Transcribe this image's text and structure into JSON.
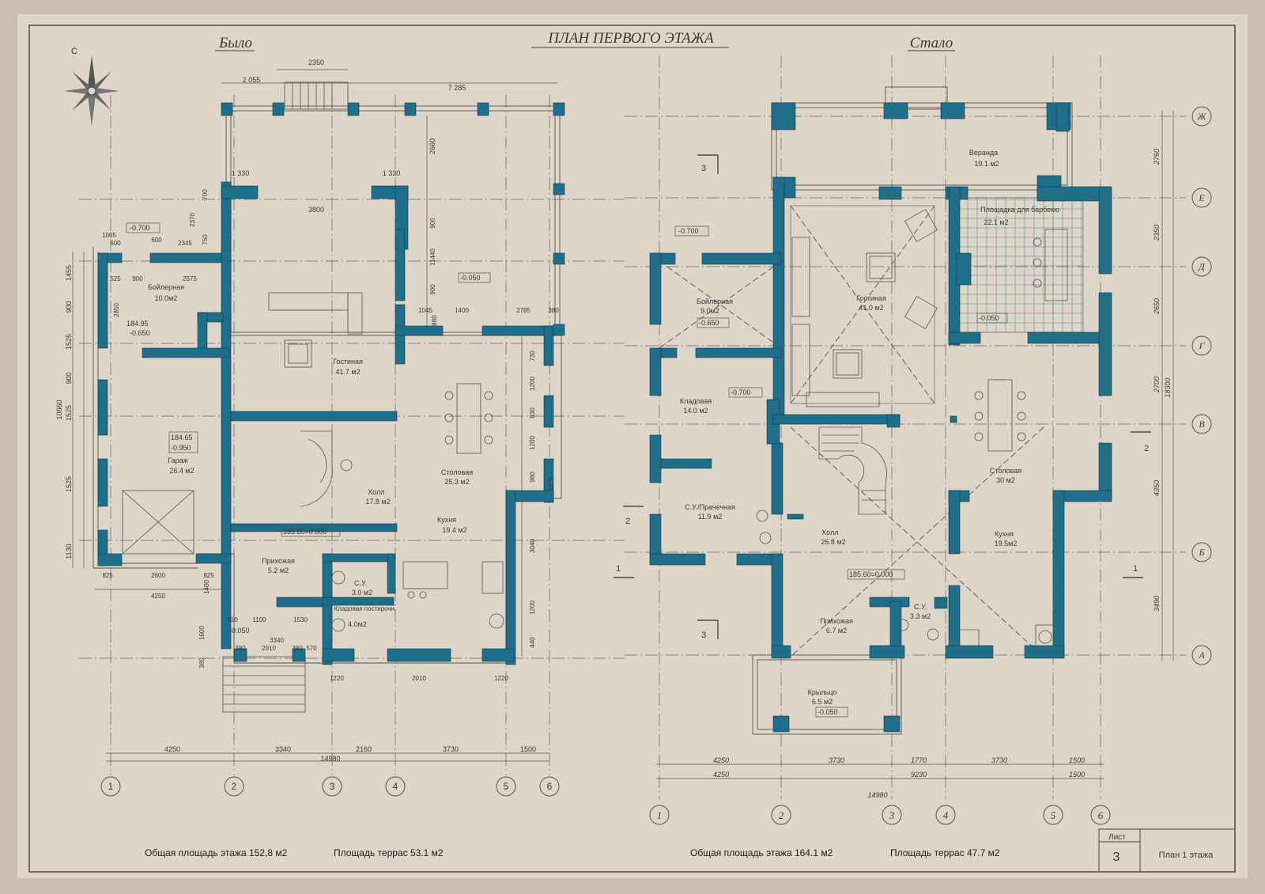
{
  "colors": {
    "paper": "#dcd5c8",
    "wall": "#1f6f8b",
    "line": "#555555",
    "border": "#444444"
  },
  "sheet": {
    "title": "ПЛАН ПЕРВОГО ЭТАЖА",
    "compass_label": "С",
    "stamp": {
      "label": "Лист",
      "number": "3",
      "name": "План 1 этажа"
    }
  },
  "before": {
    "heading": "Было",
    "total_area": "Общая площадь этажа 152,8 м2",
    "terrace_area": "Площадь террас 53.1 м2",
    "rooms": [
      {
        "name": "Бойлерная",
        "area": "10.0м2"
      },
      {
        "name": "Гараж",
        "area": "26.4  м2"
      },
      {
        "name": "Гостиная",
        "area": "41.7  м2"
      },
      {
        "name": "Столовая",
        "area": "25.3  м2"
      },
      {
        "name": "Холл",
        "area": "17.8  м2"
      },
      {
        "name": "Кухня",
        "area": "19.4  м2"
      },
      {
        "name": "Прихожая",
        "area": "5.2  м2"
      },
      {
        "name": "С.У.",
        "area": "3.0  м2"
      },
      {
        "name": "Кладовая постирочн.",
        "area": "4.0м2"
      }
    ],
    "levels": [
      "-0.700",
      "184.95",
      "-0.650",
      "184.65",
      "-0.950",
      "-0.050",
      "185.60=0.000",
      "-0.050"
    ],
    "dims_bottom": [
      "4250",
      "3340",
      "2160",
      "3730",
      "1500"
    ],
    "dim_total": "14980",
    "dims_top": [
      "2350",
      "2 055",
      "7 285",
      "1 330",
      "1 330",
      "3800",
      "2660"
    ],
    "dims_left": [
      "1455",
      "900",
      "1525",
      "900",
      "1525",
      "1525",
      "1130",
      "10660"
    ],
    "dims_misc": [
      "1005",
      "600",
      "600",
      "2345",
      "525",
      "900",
      "2575",
      "2850",
      "825",
      "2600",
      "825",
      "4250",
      "810",
      "1100",
      "1530",
      "3340",
      "380",
      "2010",
      "380",
      "570",
      "1220",
      "2010",
      "1220",
      "1045",
      "1400",
      "2785",
      "380",
      "880",
      "900",
      "11440",
      "900",
      "730",
      "1200",
      "830",
      "1200",
      "980",
      "1470",
      "3040",
      "1200",
      "440",
      "700",
      "2370",
      "750",
      "1600",
      "380",
      "1400"
    ],
    "axes": [
      "1",
      "2",
      "3",
      "4",
      "5",
      "6"
    ]
  },
  "after": {
    "heading": "Стало",
    "total_area": "Общая площадь этажа 164.1 м2",
    "terrace_area": "Площадь террас 47.7 м2",
    "rooms": [
      {
        "name": "Веранда",
        "area": "19.1  м2"
      },
      {
        "name": "Площадка для барбекю",
        "area": "22.1  м2"
      },
      {
        "name": "Гостиная",
        "area": "41,0  м2"
      },
      {
        "name": "Бойлерная",
        "area": "9.0м2"
      },
      {
        "name": "Кладовая",
        "area": "14.0  м2"
      },
      {
        "name": "Столовая",
        "area": "30  м2"
      },
      {
        "name": "С.У./Прачечная",
        "area": "11.9  м2"
      },
      {
        "name": "Холл",
        "area": "26.8  м2"
      },
      {
        "name": "Кухня",
        "area": "19.5м2"
      },
      {
        "name": "Прихожая",
        "area": "6.7  м2"
      },
      {
        "name": "С.У.",
        "area": "3.3  м2"
      },
      {
        "name": "Крыльцо",
        "area": "6.5  м2"
      }
    ],
    "levels": [
      "-0.700",
      "-0.650",
      "-0.700",
      "-0.050",
      "185.60=0.000",
      "-0.050"
    ],
    "dims_bottom_a": [
      "4250",
      "3730",
      "1770",
      "3730",
      "1500"
    ],
    "dims_bottom_b": [
      "4250",
      "9230",
      "1500"
    ],
    "dim_total": "14980",
    "dims_right": [
      "2760",
      "2350",
      "2650",
      "2700",
      "4350",
      "3490"
    ],
    "dim_right_total": "18300",
    "axes": [
      "1",
      "2",
      "3",
      "4",
      "5",
      "6"
    ],
    "row_axes": [
      "Ж",
      "Е",
      "Д",
      "Г",
      "В",
      "Б",
      "А"
    ],
    "section_marks": [
      "3",
      "3",
      "2",
      "2",
      "1",
      "1"
    ]
  }
}
